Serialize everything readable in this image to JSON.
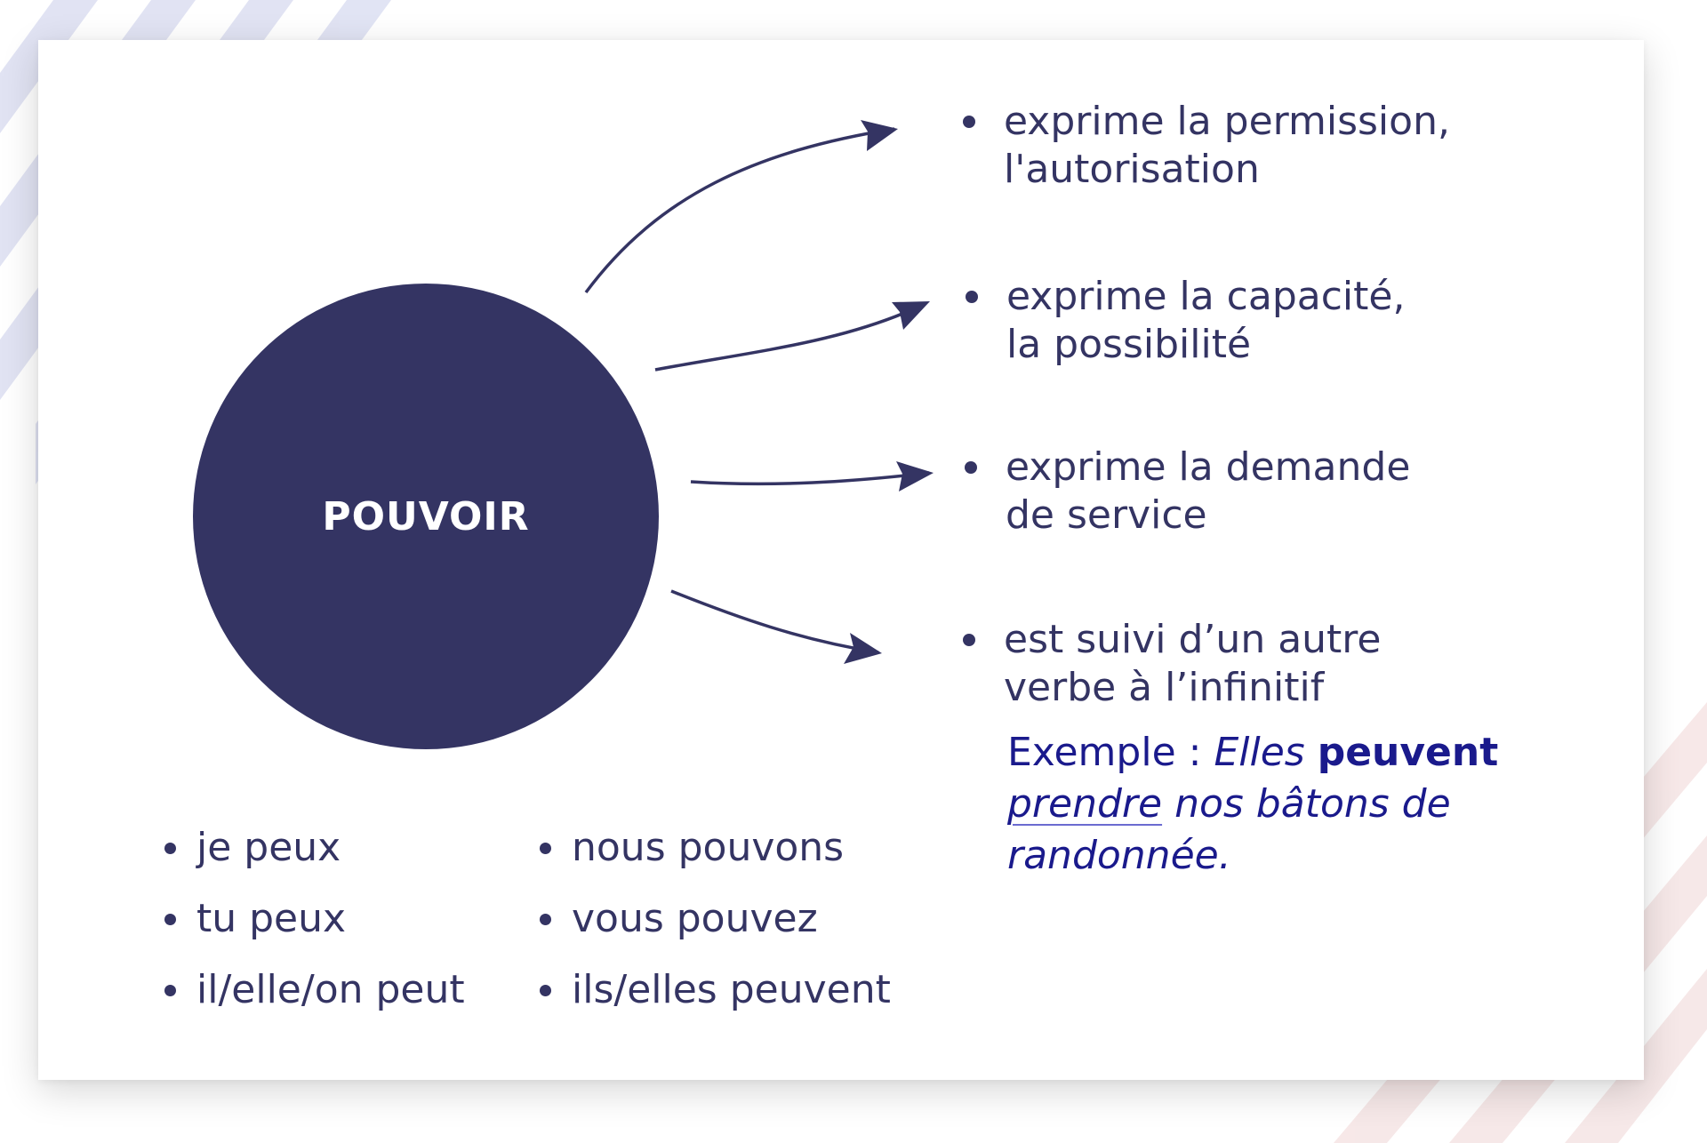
{
  "verb": "POUVOIR",
  "uses": [
    {
      "lines": [
        "exprime la permission,",
        "l'autorisation"
      ]
    },
    {
      "lines": [
        "exprime la capacité,",
        "la possibilité"
      ]
    },
    {
      "lines": [
        "exprime la demande",
        "de service"
      ]
    },
    {
      "lines": [
        "est suivi d’un autre",
        "verbe à l’infinitif"
      ]
    }
  ],
  "example": {
    "label": "Exemple :",
    "subject": "Elles",
    "verb": "peuvent",
    "infinitive": "prendre",
    "rest": "nos bâtons de randonnée."
  },
  "conjugation": {
    "singular": [
      "je peux",
      "tu peux",
      "il/elle/on peut"
    ],
    "plural": [
      "nous pouvons",
      "vous pouvez",
      "ils/elles peuvent"
    ]
  },
  "colors": {
    "primary": "#343463",
    "example": "#1a1a8c",
    "stripes_left": "#d6d8f0",
    "stripes_right": "#f6e4e4"
  }
}
